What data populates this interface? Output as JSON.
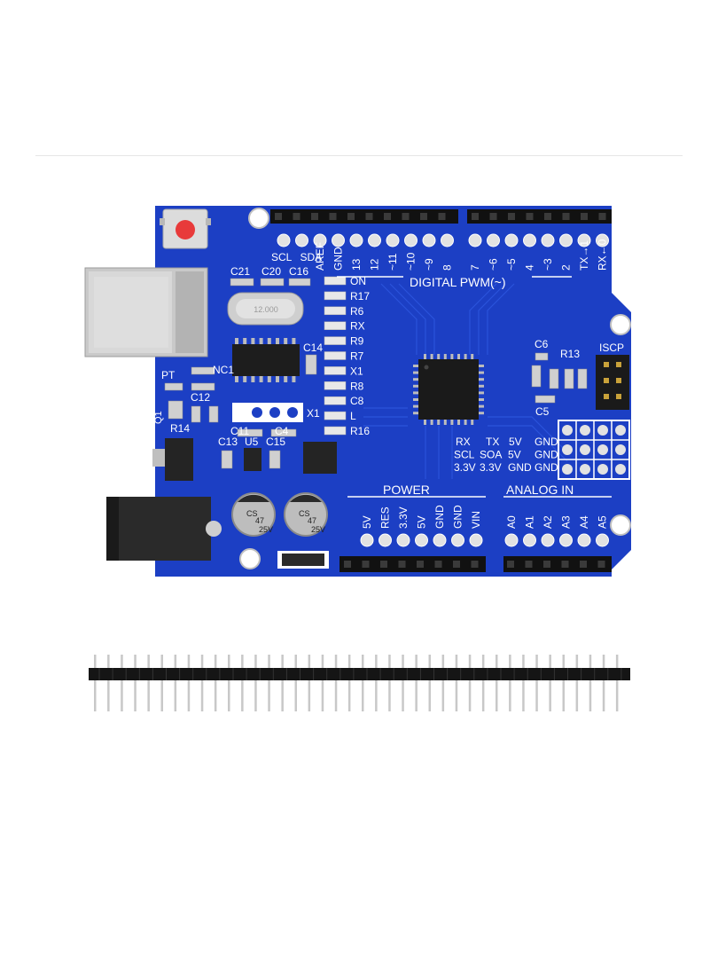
{
  "colors": {
    "board": "#1c3fc4",
    "board_dark": "#1230a0",
    "header": "#111111",
    "pin": "#d9d9d9",
    "usb": "#c9c9c9",
    "reset_button": "#e83a3a"
  },
  "board": {
    "top_labels": [
      "SCL",
      "SDA",
      "AREF",
      "GND",
      "13",
      "12",
      "~11",
      "~10",
      "~9",
      "8",
      "7",
      "~6",
      "~5",
      "4",
      "~3",
      "2",
      "TX→1",
      "RX←0"
    ],
    "digital_label": "DIGITAL PWM(~)",
    "left_components": [
      "C21",
      "C20",
      "C16",
      "C14",
      "NC1",
      "PT",
      "C12",
      "R14",
      "Q1",
      "C13",
      "U5",
      "C15",
      "C11",
      "C4",
      "X1"
    ],
    "led_labels": [
      "ON",
      "R17",
      "R6",
      "RX",
      "R9",
      "R7",
      "X1",
      "R8",
      "C8",
      "L",
      "R16"
    ],
    "right_components": [
      "C6",
      "R13",
      "C5",
      "ISCP"
    ],
    "icsp_table": [
      [
        "RX",
        "TX",
        "5V",
        "GND"
      ],
      [
        "SCL",
        "SOA",
        "5V",
        "GND"
      ],
      [
        "3.3V",
        "3.3V",
        "GND",
        "GND"
      ]
    ],
    "power_label": "POWER",
    "power_pins": [
      "5V",
      "RES",
      "3.3V",
      "5V",
      "GND",
      "GND",
      "VIN"
    ],
    "analog_label": "ANALOG IN",
    "analog_pins": [
      "A0",
      "A1",
      "A2",
      "A3",
      "A4",
      "A5"
    ],
    "capacitor_text": [
      "CS",
      "47",
      "25V"
    ],
    "crystal_text": "12.000"
  },
  "pin_header": {
    "count": 40
  }
}
